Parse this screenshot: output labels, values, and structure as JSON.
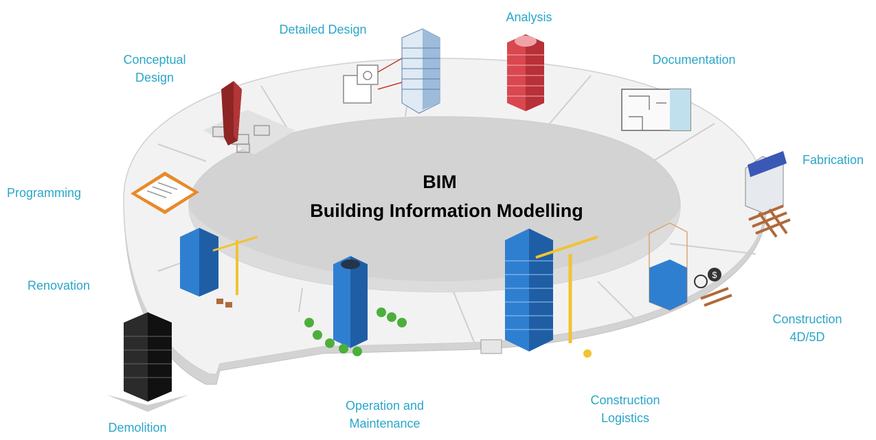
{
  "title": {
    "main": "BIM",
    "sub": "Building Information Modelling"
  },
  "stages": {
    "conceptual_design": "Conceptual\nDesign",
    "detailed_design": "Detailed Design",
    "analysis": "Analysis",
    "documentation": "Documentation",
    "fabrication": "Fabrication",
    "construction_4d5d": "Construction\n4D/5D",
    "construction_logistics": "Construction\nLogistics",
    "operation_maintenance": "Operation and\nMaintenance",
    "demolition": "Demolition",
    "renovation": "Renovation",
    "programming": "Programming"
  },
  "colors": {
    "label_text": "#2aa6c9",
    "ring_top": "#f1f1f1",
    "ring_side": "#d6d6d6",
    "building_blue": "#2f7fd1",
    "building_red": "#d9474f",
    "building_dark_red": "#8e2525",
    "crane_yellow": "#f2c230",
    "tree_green": "#4caf3a",
    "clipboard_orange": "#e88a2a"
  }
}
